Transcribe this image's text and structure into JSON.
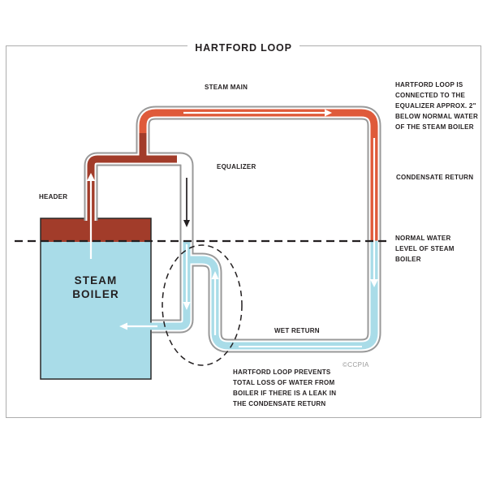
{
  "title": "HARTFORD LOOP",
  "diagram": {
    "labels": {
      "steam_main": "STEAM MAIN",
      "equalizer": "EQUALIZER",
      "header": "HEADER",
      "boiler": "STEAM\nBOILER",
      "condensate_return": "CONDENSATE RETURN",
      "water_level": "NORMAL WATER\nLEVEL OF STEAM\nBOILER",
      "wet_return": "WET RETURN"
    },
    "annotations": {
      "connection_note": "HARTFORD LOOP IS\nCONNECTED TO THE\nEQUALIZER APPROX. 2\"\nBELOW NORMAL WATER\nOF THE STEAM BOILER",
      "purpose_note": "HARTFORD LOOP PREVENTS\nTOTAL LOSS OF WATER FROM\nBOILER IF THERE IS A LEAK IN\nTHE CONDENSATE RETURN",
      "credit": "©CCPIA"
    }
  },
  "colors": {
    "steam": "#DF5A3A",
    "dark_red": "#A23C2A",
    "water": "#A9DCE8",
    "pipe_outline": "#999999",
    "ink": "#231F20",
    "muted": "#9B9B9B",
    "frame_border": "#ADADAD"
  }
}
